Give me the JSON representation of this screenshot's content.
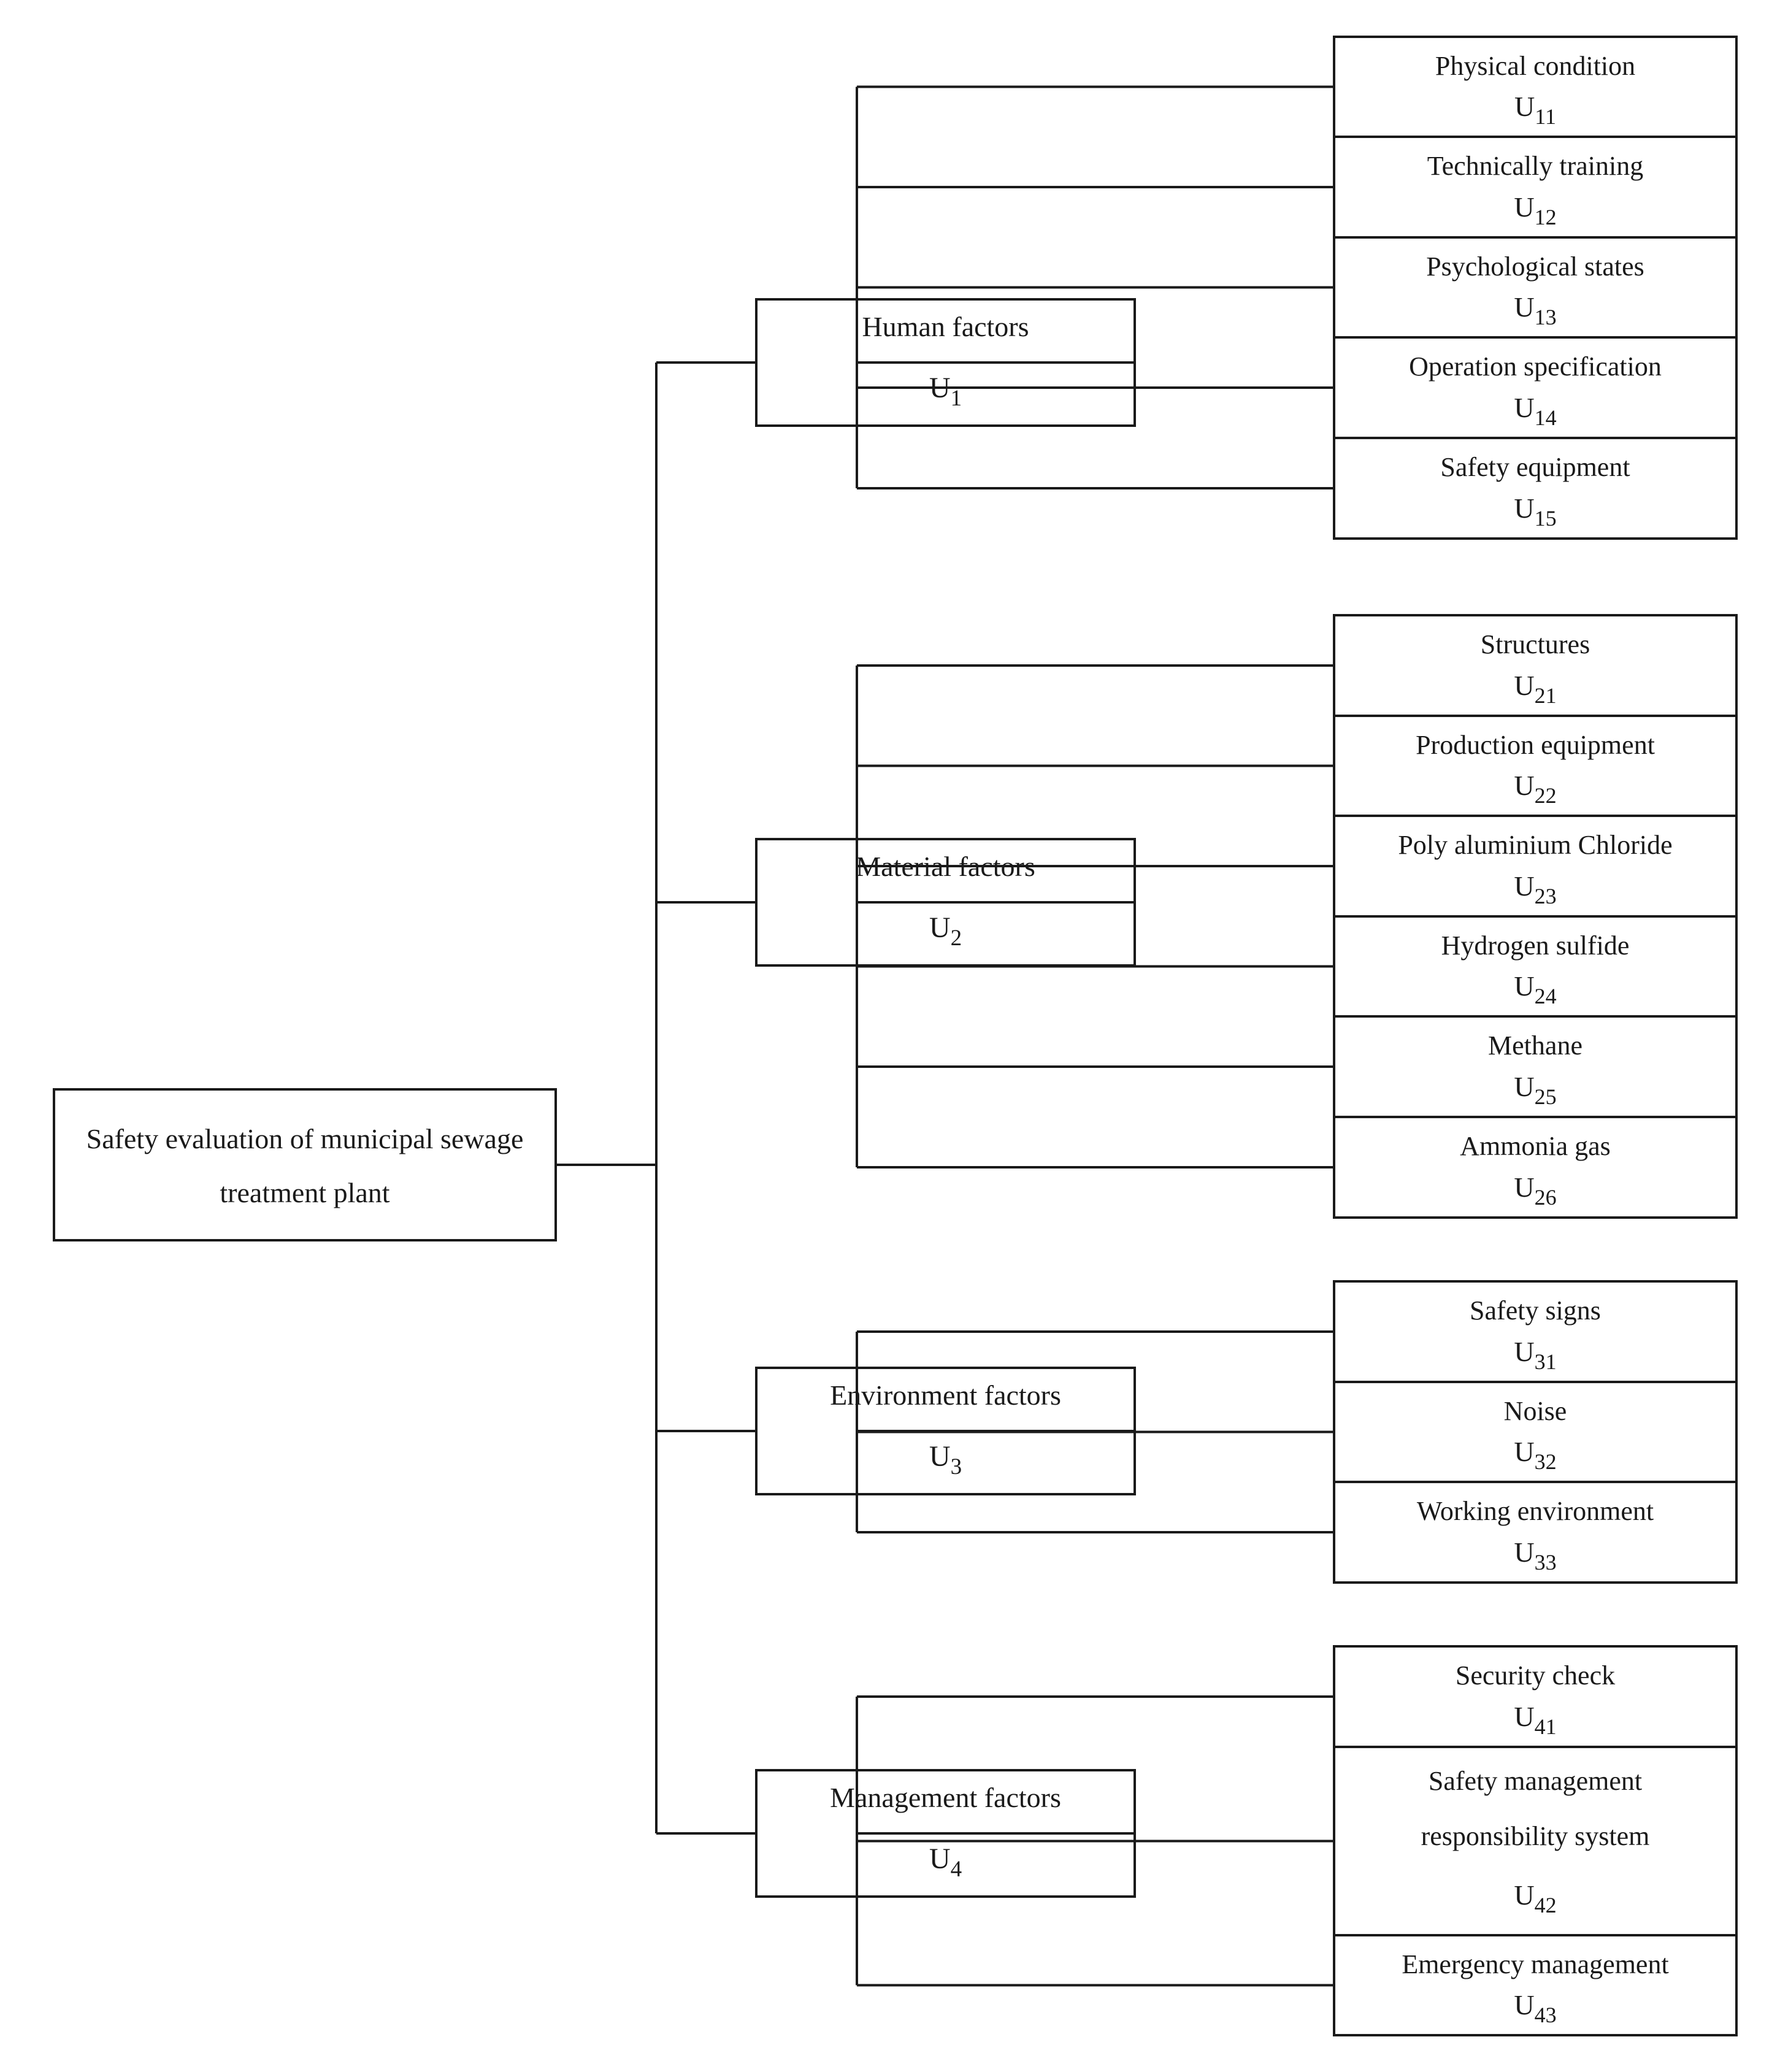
{
  "root": {
    "lines": [
      "Safety evaluation of municipal sewage",
      "treatment plant"
    ]
  },
  "factors": [
    {
      "label": "Human factors",
      "code_base": "U",
      "code_sub": "1",
      "children": [
        {
          "lines": [
            "Physical condition"
          ],
          "code_base": "U",
          "code_sub": "11"
        },
        {
          "lines": [
            "Technically training"
          ],
          "code_base": "U",
          "code_sub": "12"
        },
        {
          "lines": [
            "Psychological states"
          ],
          "code_base": "U",
          "code_sub": "13"
        },
        {
          "lines": [
            "Operation specification"
          ],
          "code_base": "U",
          "code_sub": "14"
        },
        {
          "lines": [
            "Safety equipment"
          ],
          "code_base": "U",
          "code_sub": "15"
        }
      ]
    },
    {
      "label": "Material factors",
      "code_base": "U",
      "code_sub": "2",
      "children": [
        {
          "lines": [
            "Structures"
          ],
          "code_base": "U",
          "code_sub": "21"
        },
        {
          "lines": [
            "Production equipment"
          ],
          "code_base": "U",
          "code_sub": "22"
        },
        {
          "lines": [
            "Poly aluminium Chloride"
          ],
          "code_base": "U",
          "code_sub": "23"
        },
        {
          "lines": [
            "Hydrogen sulfide"
          ],
          "code_base": "U",
          "code_sub": "24"
        },
        {
          "lines": [
            "Methane"
          ],
          "code_base": "U",
          "code_sub": "25"
        },
        {
          "lines": [
            "Ammonia gas"
          ],
          "code_base": "U",
          "code_sub": "26"
        }
      ]
    },
    {
      "label": "Environment factors",
      "code_base": "U",
      "code_sub": "3",
      "children": [
        {
          "lines": [
            "Safety signs"
          ],
          "code_base": "U",
          "code_sub": "31"
        },
        {
          "lines": [
            "Noise"
          ],
          "code_base": "U",
          "code_sub": "32"
        },
        {
          "lines": [
            "Working environment"
          ],
          "code_base": "U",
          "code_sub": "33"
        }
      ]
    },
    {
      "label": "Management factors",
      "code_base": "U",
      "code_sub": "4",
      "children": [
        {
          "lines": [
            "Security check"
          ],
          "code_base": "U",
          "code_sub": "41"
        },
        {
          "lines": [
            "Safety management",
            "responsibility system"
          ],
          "code_base": "U",
          "code_sub": "42"
        },
        {
          "lines": [
            "Emergency management"
          ],
          "code_base": "U",
          "code_sub": "43"
        }
      ]
    }
  ]
}
